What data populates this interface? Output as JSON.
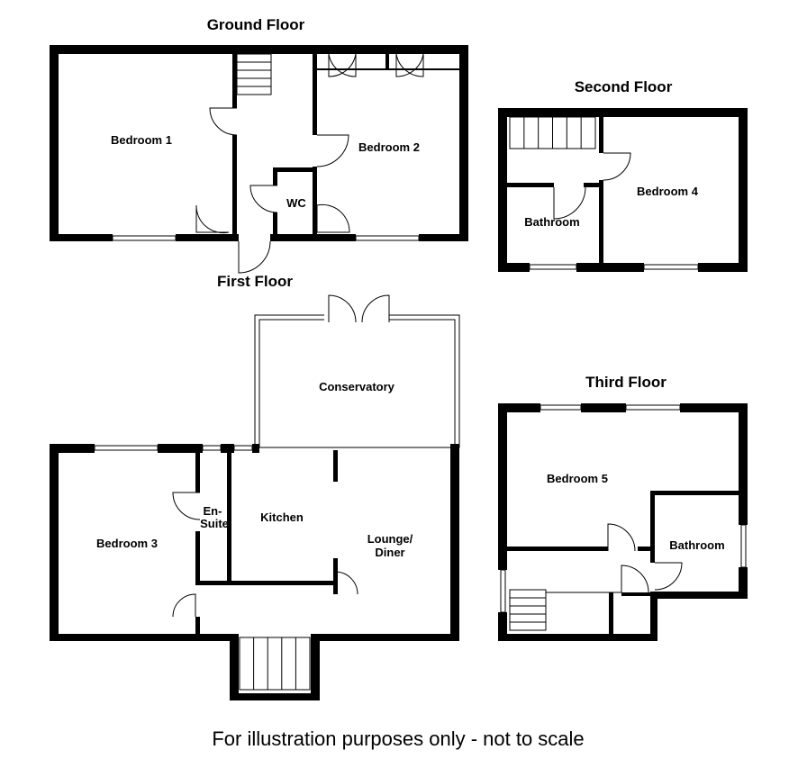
{
  "floors": {
    "ground": {
      "title": "Ground Floor",
      "rooms": {
        "bedroom1": "Bedroom 1",
        "bedroom2": "Bedroom 2",
        "wc": "WC"
      }
    },
    "second": {
      "title": "Second Floor",
      "rooms": {
        "bathroom": "Bathroom",
        "bedroom4": "Bedroom 4"
      }
    },
    "first": {
      "title": "First Floor",
      "rooms": {
        "conservatory": "Conservatory",
        "bedroom3": "Bedroom 3",
        "ensuite_1": "En-",
        "ensuite_2": "Suite",
        "kitchen": "Kitchen",
        "lounge_1": "Lounge/",
        "lounge_2": "Diner"
      }
    },
    "third": {
      "title": "Third Floor",
      "rooms": {
        "bedroom5": "Bedroom 5",
        "bathroom": "Bathroom"
      }
    }
  },
  "footer": "For illustration purposes only - not to scale"
}
